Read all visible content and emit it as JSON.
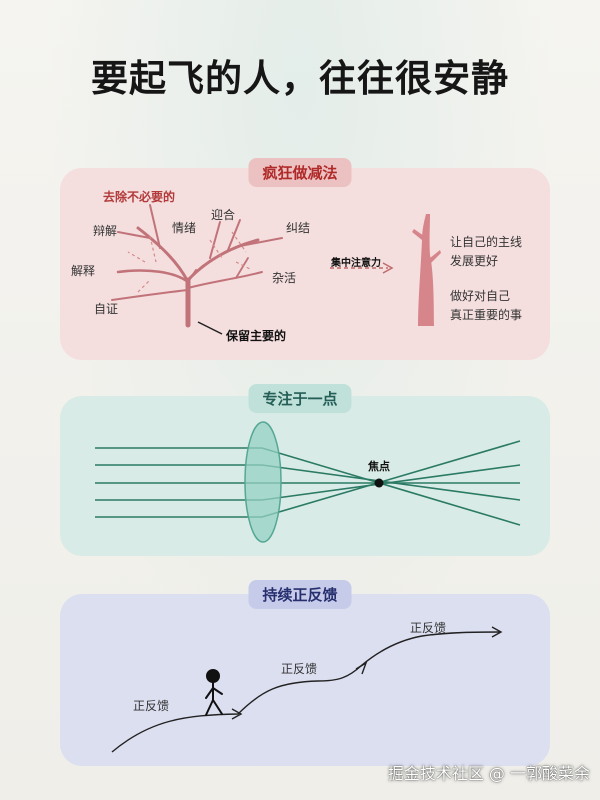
{
  "title": "要起飞的人，往往很安静",
  "section1": {
    "badge": "疯狂做减法",
    "remove_label": "去除不必要的",
    "branches": [
      "辩解",
      "情绪",
      "迎合",
      "纠结",
      "解释",
      "杂活",
      "自证"
    ],
    "keep_label": "保留主要的",
    "arrow_label": "集中注意力",
    "result_lines": [
      "让自己的主线",
      "发展更好",
      "做好对自己",
      "真正重要的事"
    ]
  },
  "section2": {
    "badge": "专注于一点",
    "focus_label": "焦点"
  },
  "section3": {
    "badge": "持续正反馈",
    "labels": [
      "正反馈",
      "正反馈",
      "正反馈"
    ]
  },
  "watermark": "掘金技术社区 @ 一郭酸菜余",
  "colors": {
    "red_panel": "#f4dede",
    "teal_panel": "#d9ebe6",
    "blue_panel": "#dcdff0",
    "branch": "#c2737a",
    "line_green": "#2a7a64"
  }
}
